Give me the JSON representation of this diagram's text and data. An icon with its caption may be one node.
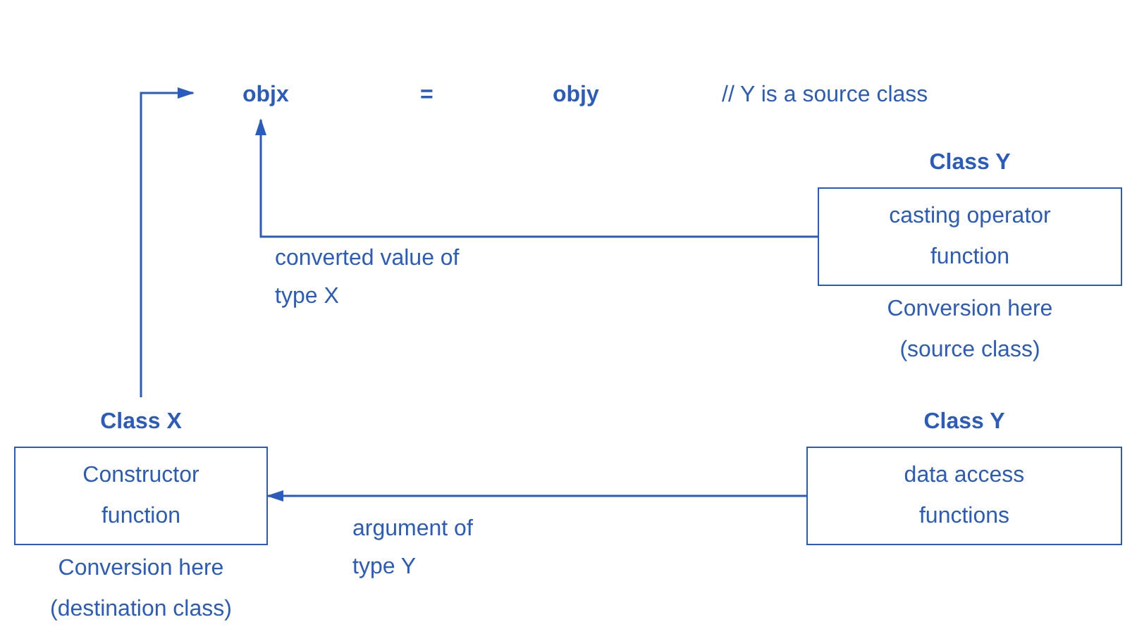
{
  "diagram": {
    "nodes": [
      {
        "text": [
          "objx"
        ]
      },
      {
        "text": [
          "Class Y",
          "casting operator function"
        ],
        "beside": [
          "Conversion here (source class)"
        ]
      },
      {
        "text": [
          "Class X",
          "Constructor function"
        ],
        "beside": [
          "Conversion here (destination class)"
        ]
      },
      {
        "text": [
          "Class Y",
          "data access functions"
        ]
      }
    ],
    "edges": [
      {
        "from": 1,
        "to": 0,
        "arrow": "to",
        "label": "converted value of type X"
      },
      {
        "from": 3,
        "to": 2,
        "arrow": "to",
        "label": "argument of type Y"
      },
      {
        "from": 2,
        "to": 0,
        "arrow": "to"
      }
    ],
    "labels": [
      "=",
      "objy",
      "// Y is a source class"
    ]
  }
}
